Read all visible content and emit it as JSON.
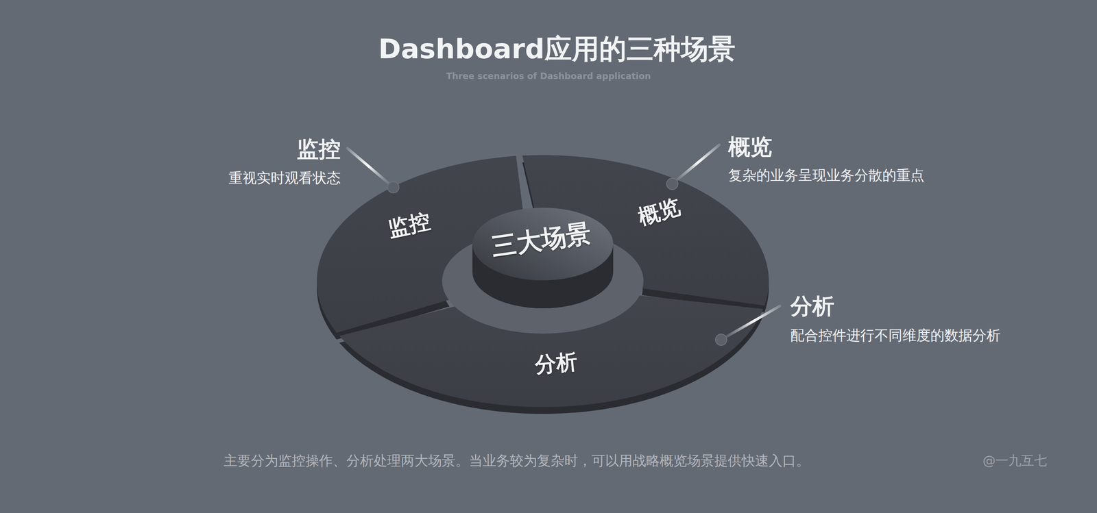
{
  "diagram": {
    "title": "Dashboard应用的三种场景",
    "caption": "主要分为监控操作、分析处理两大场景。当业务较为复杂时，可以用战略概览场景提供快速入口。",
    "nodes": [
      {
        "text": [
          "三大场景"
        ]
      },
      {
        "text": [
          "监控"
        ]
      },
      {
        "text": [
          "概览"
        ]
      },
      {
        "text": [
          "分析"
        ]
      }
    ],
    "labels": [
      "Three scenarios of Dashboard application",
      "监控",
      "重视实时观看状态",
      "概览",
      "复杂的业务呈现业务分散的重点",
      "分析",
      "配合控件进行不同维度的数据分析",
      "@一九互七"
    ]
  }
}
